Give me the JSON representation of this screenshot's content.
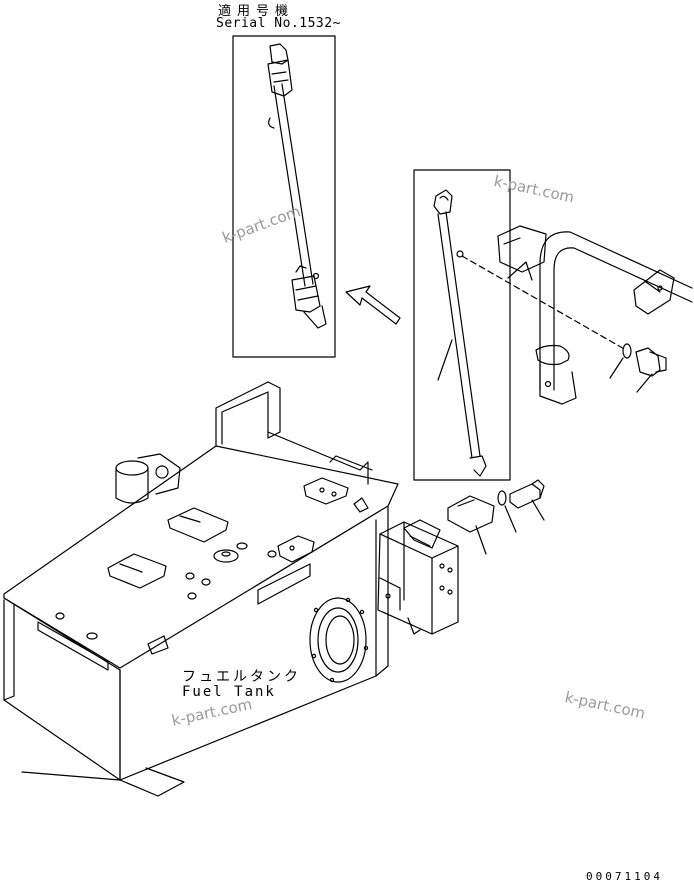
{
  "labels": {
    "applicable_serial_ja": "適用号機",
    "serial_number": "Serial No.1532~",
    "fuel_tank_ja": "フュエルタンク",
    "fuel_tank_en": "Fuel Tank",
    "figure_number": "00071104"
  },
  "watermarks": [
    "k-part.com",
    "k-part.com",
    "k-part.com",
    "k-part.com"
  ],
  "colors": {
    "line": "#000000",
    "background": "#ffffff",
    "watermark": "#9a9a9a"
  }
}
